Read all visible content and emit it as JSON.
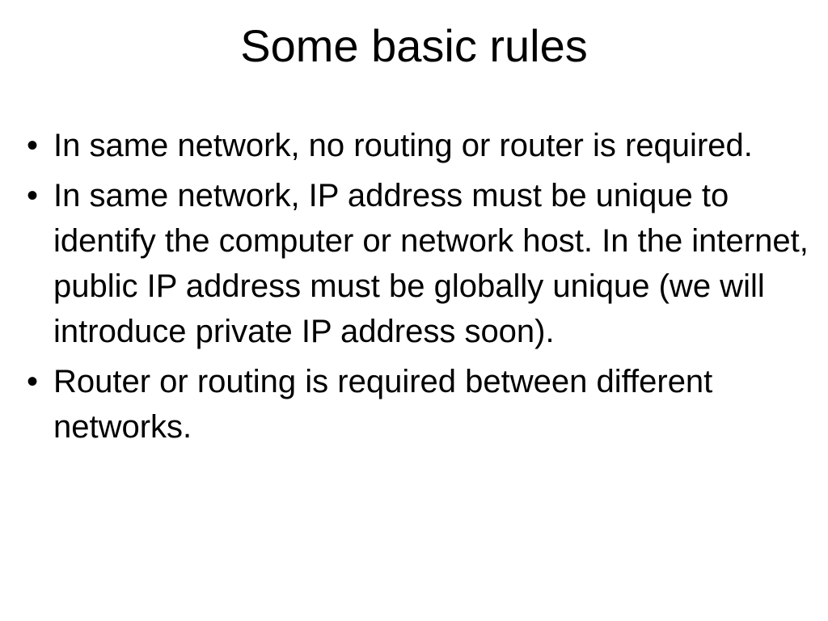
{
  "slide": {
    "title": "Some basic rules",
    "bullet_symbol": "•",
    "bullets": [
      {
        "text": "In same network, no routing or router is required."
      },
      {
        "text": "In same network, IP address must be unique to identify the computer or network host. In the internet, public IP address must be globally unique (we will introduce private IP address soon)."
      },
      {
        "text": "Router or routing is required between different networks."
      }
    ]
  }
}
